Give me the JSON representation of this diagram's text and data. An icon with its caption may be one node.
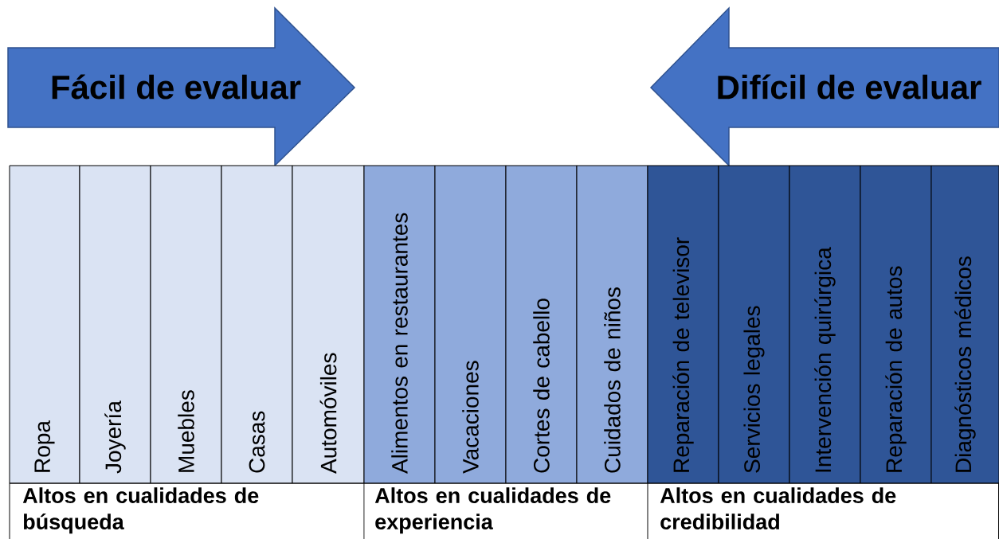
{
  "diagram": {
    "nodes": [
      {
        "text": [
          "Fácil de evaluar"
        ]
      },
      {
        "text": [
          "Difícil de evaluar"
        ]
      },
      {
        "text": [
          "Ropa"
        ]
      },
      {
        "text": [
          "Joyería"
        ]
      },
      {
        "text": [
          "Muebles"
        ]
      },
      {
        "text": [
          "Casas"
        ]
      },
      {
        "text": [
          "Automóviles"
        ]
      },
      {
        "text": [
          "Alimentos en restaurantes"
        ]
      },
      {
        "text": [
          "Vacaciones"
        ]
      },
      {
        "text": [
          "Cortes de cabello"
        ]
      },
      {
        "text": [
          "Cuidados de niños"
        ]
      },
      {
        "text": [
          "Reparación de televisor"
        ]
      },
      {
        "text": [
          "Servicios legales"
        ]
      },
      {
        "text": [
          "Intervención quirúrgica"
        ]
      },
      {
        "text": [
          "Reparación de autos"
        ]
      },
      {
        "text": [
          "Diagnósticos médicos"
        ]
      }
    ],
    "labels": [
      "Altos en cualidades de búsqueda",
      "Altos en cualidades de experiencia",
      "Altos en cualidades de credibilidad"
    ]
  }
}
